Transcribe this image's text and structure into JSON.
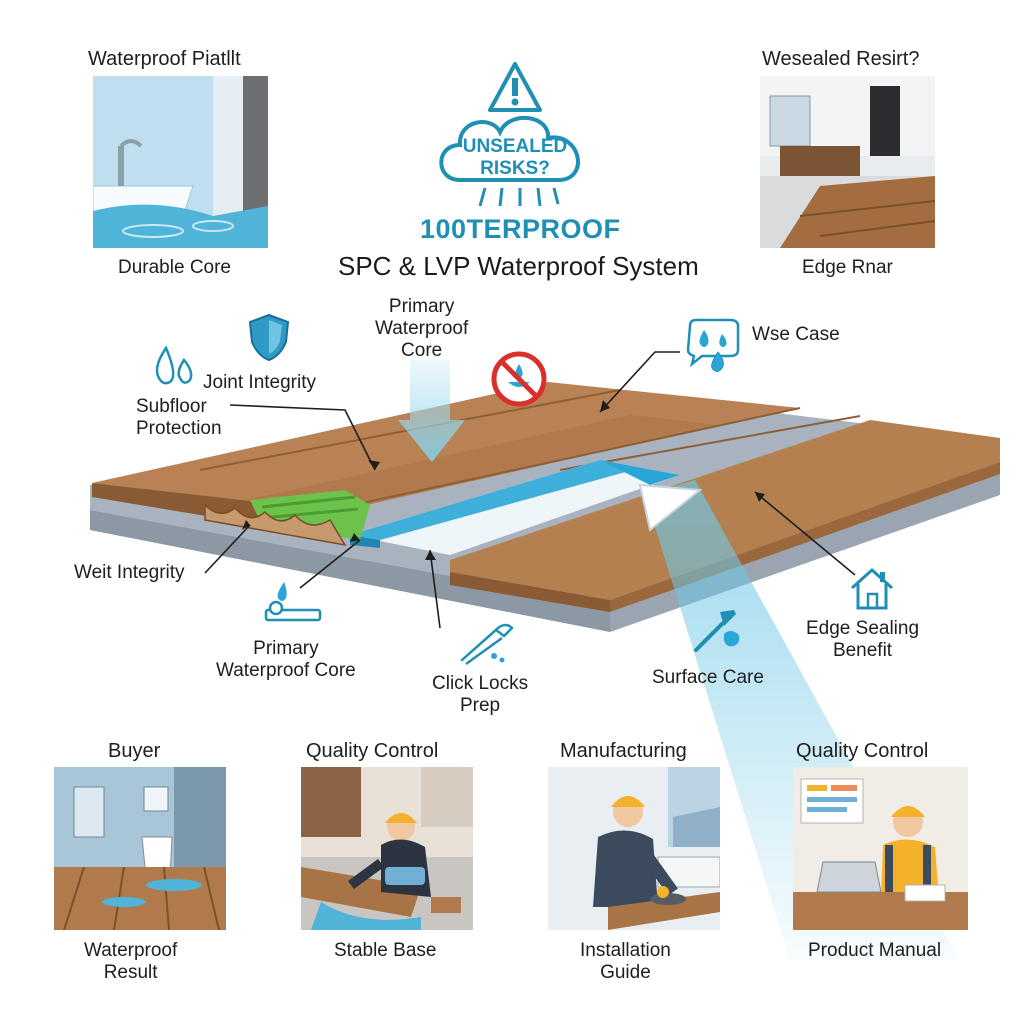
{
  "top_left": {
    "heading": "Waterproof Piatllt",
    "caption": "Durable Core"
  },
  "top_right": {
    "heading": "Wesealed Resirt?",
    "caption": "Edge Rnar"
  },
  "center": {
    "warning_text_line1": "UNSEALED",
    "warning_text_line2": "RISKS?",
    "brand": "100TERPROOF",
    "title": "SPC & LVP Waterproof System"
  },
  "callouts": {
    "primary_core_top": [
      "Primary",
      "Waterproof",
      "Core"
    ],
    "joint_integrity": "Joint Integrity",
    "subfloor": [
      "Subfloor",
      "Protection"
    ],
    "use_case": "Wse Case",
    "weit_integrity": "Weit Integrity",
    "primary_core_bottom": [
      "Primary",
      "Waterproof Core"
    ],
    "click_locks": [
      "Click Locks",
      "Prep"
    ],
    "surface_care": "Surface Care",
    "edge_sealing": [
      "Edge Sealing",
      "Benefit"
    ]
  },
  "bottom_panels": [
    {
      "heading": "Buyer",
      "caption": [
        "Waterproof",
        "Result"
      ]
    },
    {
      "heading": "Quality Control",
      "caption": [
        "Stable Base"
      ]
    },
    {
      "heading": "Manufacturing",
      "caption": [
        "Installation",
        "Guide"
      ]
    },
    {
      "heading": "Quality Control",
      "caption": [
        "Product Manual"
      ]
    }
  ],
  "colors": {
    "wood": "#b07a4c",
    "wood_edge": "#8a5a34",
    "water_blue": "#2aa6d6",
    "membrane_green": "#6cc24a",
    "base_gray": "#a7b1bd",
    "brand_blue": "#1f8fb4"
  },
  "icons": [
    "warning-triangle-icon",
    "shield-icon",
    "water-drops-icon",
    "no-water-icon",
    "chat-drops-icon",
    "faucet-drop-icon",
    "wrench-icon",
    "tools-icon",
    "house-icon"
  ]
}
